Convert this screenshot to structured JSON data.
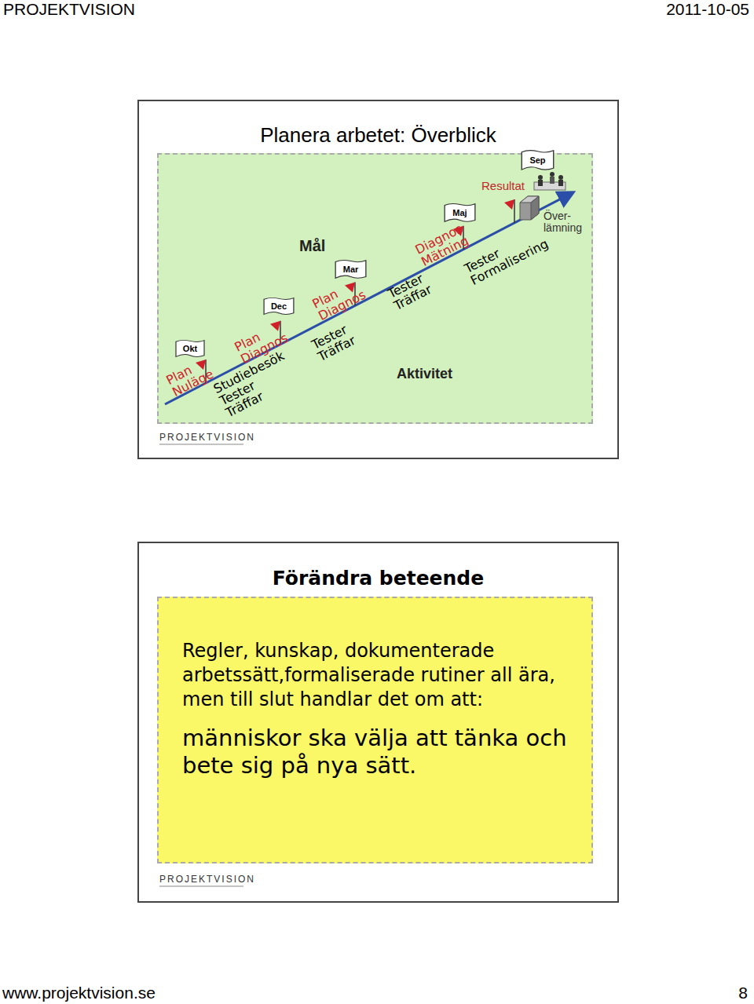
{
  "diagram": {
    "nodes": [
      {
        "text": [
          "Planera arbetet: Överblick"
        ]
      },
      {
        "text": [
          "Okt"
        ],
        "in": 0
      },
      {
        "text": [
          "Dec"
        ],
        "in": 0
      },
      {
        "text": [
          "Mar"
        ],
        "in": 0
      },
      {
        "text": [
          "Maj"
        ],
        "in": 0
      },
      {
        "text": [
          "Sep"
        ],
        "in": 0
      },
      {
        "text": [
          "Förändra beteende"
        ]
      },
      {
        "text": [
          "Regler, kunskap, dokumenterade arbetssätt,formaliserade rutiner all ära, men till slut handlar det om att:",
          "människor ska välja att tänka och bete sig på nya sätt."
        ],
        "in": 6
      }
    ],
    "labels": [
      "PROJEKTVISION",
      "2011-10-05",
      "Mål",
      "Plan Nuläge",
      "Plan Diagnos",
      "Studiebesök Tester Träffar",
      "Plan Diagnos",
      "Tester Träffar",
      "Tester Träffar",
      "Diagnos Mätning",
      "Tester Formalisering",
      "Resultat",
      "Över- lämning",
      "Aktivitet",
      "PROJEKTVISION",
      "PROJEKTVISION",
      "www.projektvision.se",
      "8"
    ]
  }
}
